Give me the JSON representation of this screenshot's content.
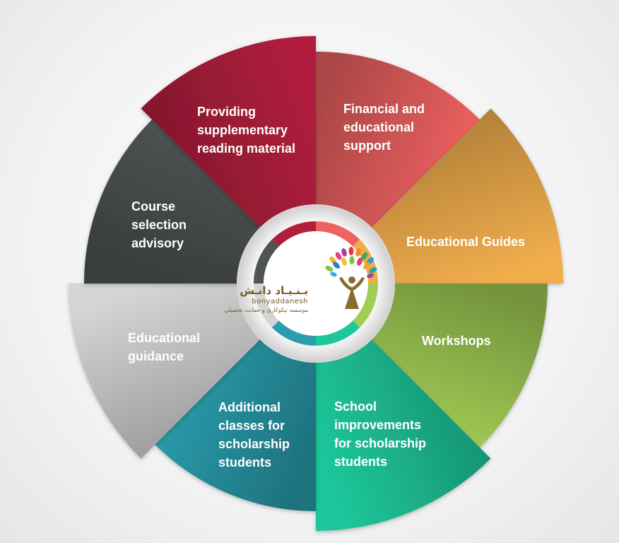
{
  "segments": [
    {
      "id": "financial",
      "lines": [
        "Financial and",
        "educational",
        "support"
      ],
      "color": "#f06262"
    },
    {
      "id": "guides",
      "lines": [
        "Educational Guides"
      ],
      "color": "#f0ad4c"
    },
    {
      "id": "workshops",
      "lines": [
        "Workshops"
      ],
      "color": "#a1cd55"
    },
    {
      "id": "school",
      "lines": [
        "School",
        "improvements",
        "for scholarship",
        "students"
      ],
      "color": "#1ec79b"
    },
    {
      "id": "classes",
      "lines": [
        "Additional",
        "classes for",
        "scholarship",
        "students"
      ],
      "color": "#2a9eae"
    },
    {
      "id": "guidance",
      "lines": [
        "Educational",
        "guidance"
      ],
      "color": "#d5d5d5"
    },
    {
      "id": "advisory",
      "lines": [
        "Course",
        "selection",
        "advisory"
      ],
      "color": "#4e5553"
    },
    {
      "id": "reading",
      "lines": [
        "Providing",
        "supplementary",
        "reading material"
      ],
      "color": "#b01f3c"
    }
  ],
  "logo": {
    "name_fa": "بـنـیـاد دانـش",
    "name_en": "bonyaddanesh",
    "tagline_fa": "موسسه نیکوکاری و حمایت تحصیلی"
  }
}
